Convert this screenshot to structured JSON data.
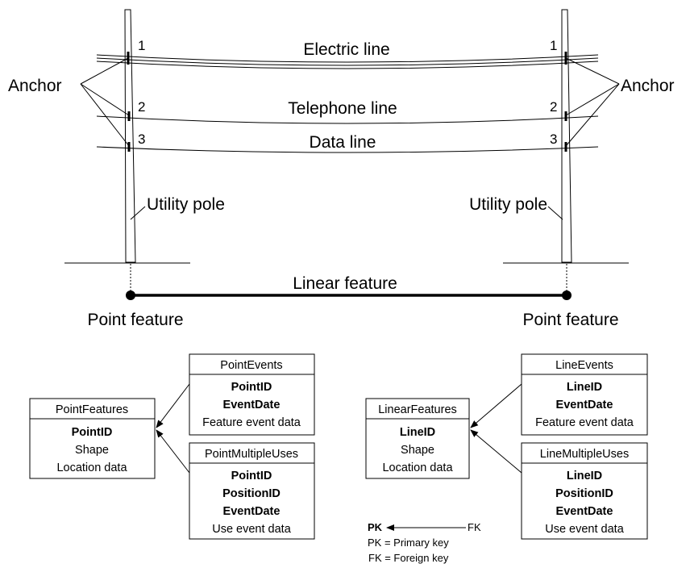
{
  "top_diagram": {
    "line_labels": {
      "electric": "Electric line",
      "telephone": "Telephone line",
      "data": "Data line"
    },
    "left_numbers": [
      "1",
      "2",
      "3"
    ],
    "right_numbers": [
      "1",
      "2",
      "3"
    ],
    "anchor_left": "Anchor",
    "anchor_right": "Anchor",
    "pole_left": "Utility pole",
    "pole_right": "Utility pole",
    "linear_feature": "Linear feature",
    "point_feature_left": "Point feature",
    "point_feature_right": "Point feature"
  },
  "tables": {
    "point_features": {
      "title": "PointFeatures",
      "rows": [
        {
          "text": "PointID",
          "bold": true
        },
        {
          "text": "Shape",
          "bold": false
        },
        {
          "text": "Location data",
          "bold": false
        }
      ]
    },
    "point_events": {
      "title": "PointEvents",
      "rows": [
        {
          "text": "PointID",
          "bold": true
        },
        {
          "text": "EventDate",
          "bold": true
        },
        {
          "text": "Feature event data",
          "bold": false
        }
      ]
    },
    "point_multiple_uses": {
      "title": "PointMultipleUses",
      "rows": [
        {
          "text": "PointID",
          "bold": true
        },
        {
          "text": "PositionID",
          "bold": true
        },
        {
          "text": "EventDate",
          "bold": true
        },
        {
          "text": "Use event data",
          "bold": false
        }
      ]
    },
    "linear_features": {
      "title": "LinearFeatures",
      "rows": [
        {
          "text": "LineID",
          "bold": true
        },
        {
          "text": "Shape",
          "bold": false
        },
        {
          "text": "Location data",
          "bold": false
        }
      ]
    },
    "line_events": {
      "title": "LineEvents",
      "rows": [
        {
          "text": "LineID",
          "bold": true
        },
        {
          "text": "EventDate",
          "bold": true
        },
        {
          "text": "Feature event data",
          "bold": false
        }
      ]
    },
    "line_multiple_uses": {
      "title": "LineMultipleUses",
      "rows": [
        {
          "text": "LineID",
          "bold": true
        },
        {
          "text": "PositionID",
          "bold": true
        },
        {
          "text": "EventDate",
          "bold": true
        },
        {
          "text": "Use event data",
          "bold": false
        }
      ]
    }
  },
  "legend": {
    "pk": "PK",
    "fk": "FK",
    "pk_def": "PK = Primary key",
    "fk_def": "FK = Foreign key"
  }
}
